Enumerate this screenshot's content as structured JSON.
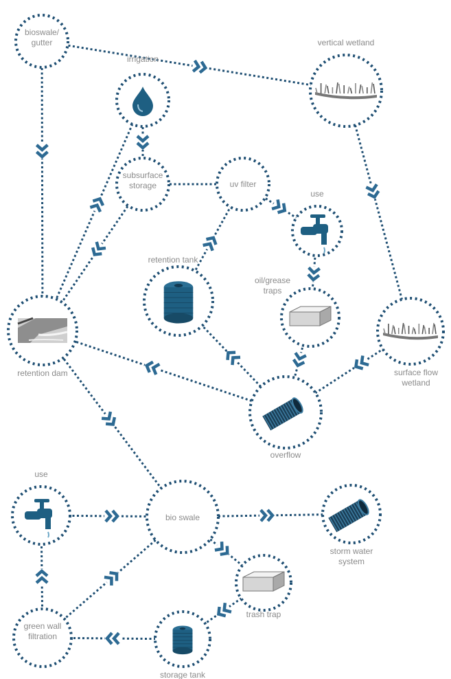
{
  "colors": {
    "ring": "#1f4f73",
    "chevron": "#2d6a93",
    "icon": "#1e5f82",
    "label": "#8a8a8a"
  },
  "labels": {
    "bioswale_gutter": [
      "bioswale/",
      "gutter"
    ],
    "irrigation": [
      "irrigation"
    ],
    "vertical_wetland": [
      "vertical wetland"
    ],
    "subsurface_storage": [
      "subsurface",
      "storage"
    ],
    "uv_filter": [
      "uv filter"
    ],
    "use_top": [
      "use"
    ],
    "retention_tank": [
      "retention tank"
    ],
    "oil_grease_traps": [
      "oil/grease",
      "traps"
    ],
    "retention_dam": [
      "retention dam"
    ],
    "surface_flow_wetland": [
      "surface flow",
      "wetland"
    ],
    "overflow": [
      "overflow"
    ],
    "use_bottom": [
      "use"
    ],
    "bio_swale": [
      "bio swale"
    ],
    "storm_water_system": [
      "storm water",
      "system"
    ],
    "trash_trap": [
      "trash trap"
    ],
    "green_wall_filtration": [
      "green wall",
      "filtration"
    ],
    "storage_tank": [
      "storage tank"
    ]
  },
  "icons": {
    "irrigation": "water-drop-icon",
    "vertical_wetland": "wetland-plants-icon",
    "use_top": "water-tap-icon",
    "retention_tank": "water-tank-icon",
    "oil_grease_traps": "grease-trap-box-icon",
    "retention_dam": "dam-photo-icon",
    "surface_flow_wetland": "wetland-plants-icon",
    "overflow": "corrugated-pipe-icon",
    "use_bottom": "water-tap-icon",
    "storm_water_system": "corrugated-pipe-icon",
    "trash_trap": "trash-trap-box-icon",
    "storage_tank": "water-tank-icon"
  }
}
